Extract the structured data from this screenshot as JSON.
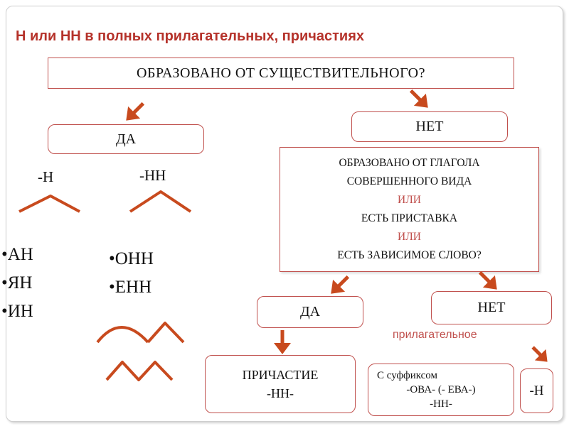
{
  "title": "Н или НН в полных прилагательных, причастиях",
  "question": "ОБРАЗОВАНО ОТ СУЩЕСТВИТЕЛЬНОГО?",
  "left_branch": {
    "answer": "ДА",
    "suffix_n": "-Н",
    "suffix_nn": "-НН",
    "n_list": [
      "•АН",
      "•ЯН",
      "•ИН"
    ],
    "nn_list": [
      "•ОНН",
      "•ЕНН"
    ]
  },
  "right_branch": {
    "answer": "НЕТ",
    "conditions": [
      "ОБРАЗОВАНО ОТ ГЛАГОЛА",
      "СОВЕРШЕННОГО ВИДА",
      "ИЛИ",
      "ЕСТЬ ПРИСТАВКА",
      "ИЛИ",
      "ЕСТЬ ЗАВИСИМОЕ СЛОВО?"
    ],
    "yes": {
      "answer": "ДА",
      "result_line1": "ПРИЧАСТИЕ",
      "result_line2": "-НН-"
    },
    "no": {
      "answer": "НЕТ",
      "adjective_label": "прилагательное",
      "suffix_box": {
        "line1": "С суффиксом",
        "line2": "-ОВА- (- ЕВА-)",
        "line3": "-НН-"
      },
      "n_box": "-Н"
    }
  },
  "colors": {
    "accent": "#c0504d",
    "arrow": "#c84a1e",
    "title": "#b5322a"
  }
}
